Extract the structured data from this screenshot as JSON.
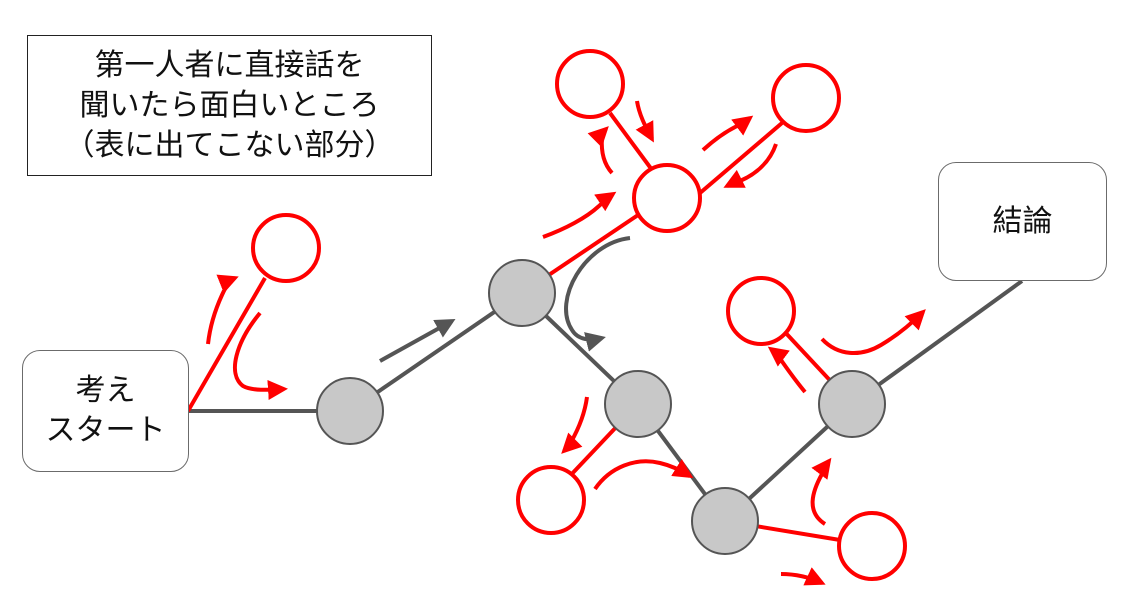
{
  "note": {
    "lines": [
      "第一人者に直接話を",
      "聞いたら面白いところ",
      "（表に出てこない部分）"
    ]
  },
  "start_node": {
    "lines": [
      "考え",
      "スタート"
    ]
  },
  "end_node": {
    "label": "結論"
  },
  "colors": {
    "main_path": "#555555",
    "gray_node_fill": "#c8c8c8",
    "gray_node_stroke": "#555555",
    "branch": "#ff0000",
    "branch_node_fill": "#ffffff"
  }
}
